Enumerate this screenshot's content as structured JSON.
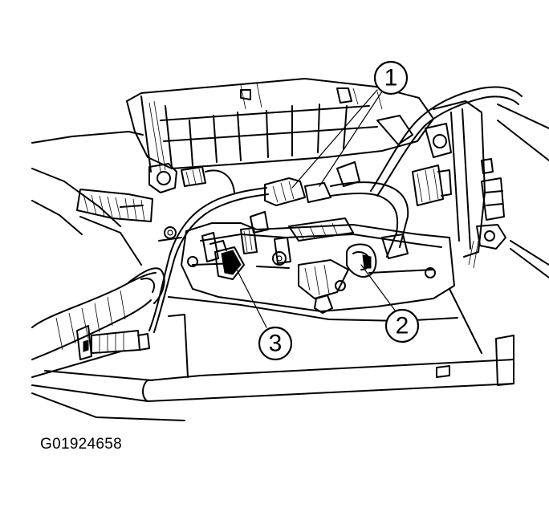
{
  "figure": {
    "code": "G01924658"
  },
  "callouts": [
    {
      "id": "1",
      "label": "1"
    },
    {
      "id": "2",
      "label": "2"
    },
    {
      "id": "3",
      "label": "3"
    }
  ]
}
